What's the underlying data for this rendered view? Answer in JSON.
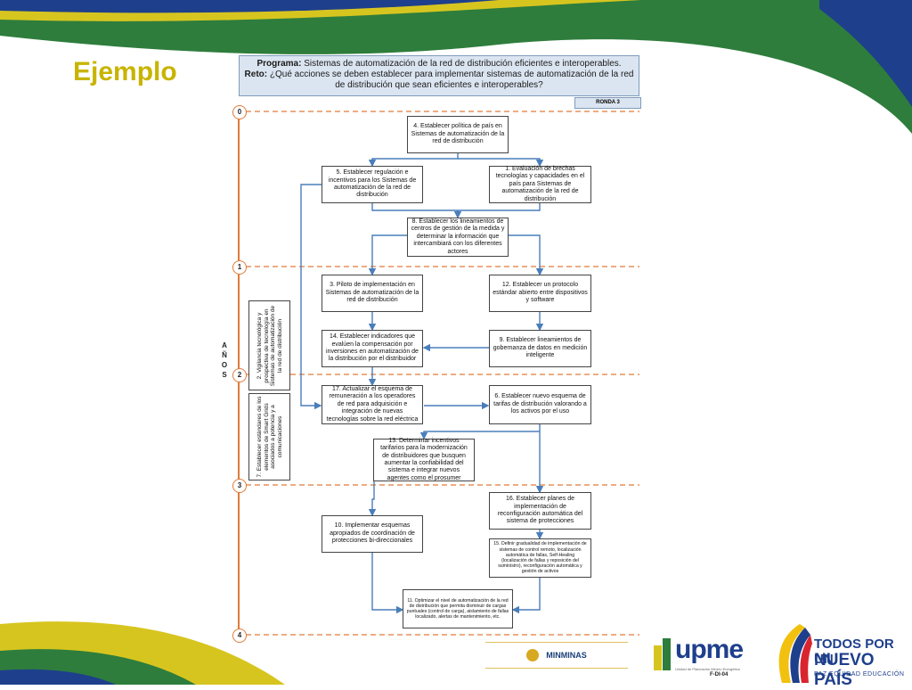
{
  "slide": {
    "title": "Ejemplo",
    "colors": {
      "title": "#c8b400",
      "green": "#2e7d3c",
      "yellow": "#d7c51f",
      "navy": "#1e3f8c",
      "timeline": "#e07b39"
    }
  },
  "header": {
    "programa_label": "Programa:",
    "programa_text": " Sistemas de automatización de la red de distribución eficientes e interoperables.",
    "reto_label": "Reto:",
    "reto_text": " ¿Qué acciones se deben establecer para implementar sistemas de automatización de la red de distribución que sean eficientes e interoperables?",
    "ronda": "RONDA 3"
  },
  "timeline": {
    "years": [
      "0",
      "1",
      "2",
      "3",
      "4"
    ],
    "axis_label_letters": [
      "A",
      "Ñ",
      "O",
      "S"
    ]
  },
  "actions": {
    "a4": "4. Establecer política de país en Sistemas de automatización de la red de distribución",
    "a5": "5. Establecer regulación e incentivos para los Sistemas de automatización de la red de distribución",
    "a1": "1. Evaluación de brechas tecnologías y capacidades en el país para Sistemas de automatización de la red de distribución",
    "a8": "8. Establecer los lineamientos de centros de gestión de la medida y determinar la información que intercambiará con los diferentes actores",
    "a3": "3. Piloto de implementación en Sistemas de automatización de la red de distribución",
    "a12": "12. Establecer un protocolo estándar abierto entre dispositivos y software",
    "a14": "14. Establecer indicadores que evalúen la compensación por inversiones en automatización de la distribución por el distribuidor",
    "a9": "9. Establecer lineamientos de gobernanza de datos en medición inteligente",
    "a17": "17. Actualizar el esquema de remuneración a los operadores de red para adquisición e integración de nuevas tecnologías sobre la red eléctrica",
    "a6": "6. Establecer nuevo esquema de tarifas de distribución valorando a los activos por el uso",
    "a13": "13. Determinar incentivos tarifarios para la modernización de distribuidores que busquen aumentar la confiabilidad del sistema e integrar nuevos agentes como el prosumer",
    "a16": "16. Establecer planes de implementación de reconfiguración automática del sistema de protecciones",
    "a10": "10. Implementar esquemas apropiados de coordinación de protecciones bi-direccionales",
    "a15": "15. Definir gradualidad de implementación de sistemas de control remoto, localización automática de fallas, Self-Healing (localización de fallas y reposición del suministro), reconfiguración automática y gestión de activos",
    "a11": "11. Optimizar el nivel de automatización de la red de distribución que permita disminuir de cargas puntuales (control de carga), aislamiento de fallas localizado, alertas de mantenimiento, etc.",
    "a2": "2. Vigilancia tecnológica y prospectiva de tecnología en Sistemas de automatización de la red de distribución",
    "a7": "7. Establecer estándares de los elementos de Smart Grids asociados a potencia y a comunicaciones"
  },
  "footer": {
    "minminas": "MINMINAS",
    "upme": "upme",
    "upme_sub": "Unidad de Planeación Minero Energética",
    "code": "F-DI-04",
    "gov_line1": "TODOS POR UN",
    "gov_line2": "NUEVO PAÍS",
    "gov_line3": "PAZ  EQUIDAD  EDUCACIÓN"
  }
}
